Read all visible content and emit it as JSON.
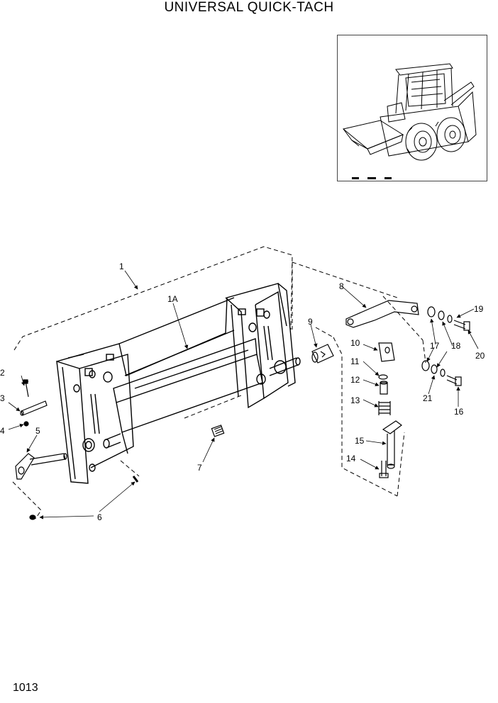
{
  "header": {
    "title": "UNIVERSAL QUICK-TACH"
  },
  "footer": {
    "page_number": "1013"
  },
  "thumbnail": {
    "icon": "skid-steer-loader-icon"
  },
  "callouts": {
    "c1": "1",
    "c1a": "1A",
    "c2": "2",
    "c3": "3",
    "c4": "4",
    "c5": "5",
    "c6": "6",
    "c7": "7",
    "c8": "8",
    "c9": "9",
    "c10": "10",
    "c11": "11",
    "c12": "12",
    "c13": "13",
    "c14": "14",
    "c15": "15",
    "c16": "16",
    "c17": "17",
    "c18": "18",
    "c19": "19",
    "c20": "20",
    "c21": "21"
  }
}
